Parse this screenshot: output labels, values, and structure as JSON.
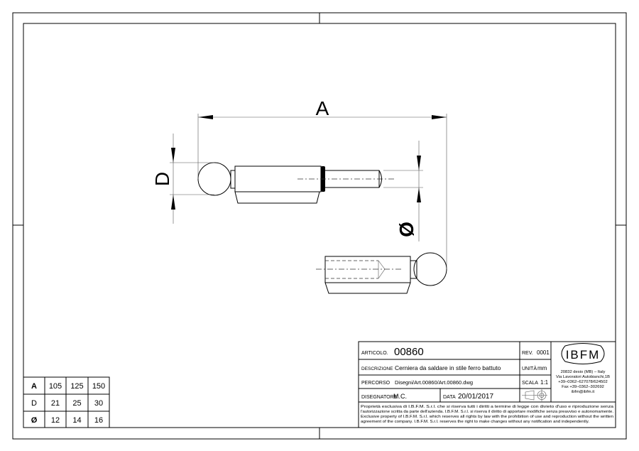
{
  "dimensions": {
    "a_label": "A",
    "d_label": "D",
    "dia_label": "Ø"
  },
  "size_table": {
    "rows": [
      {
        "label": "A",
        "values": [
          "105",
          "125",
          "150"
        ]
      },
      {
        "label": "D",
        "values": [
          "21",
          "25",
          "30"
        ]
      },
      {
        "label": "Ø",
        "values": [
          "12",
          "14",
          "16"
        ]
      }
    ]
  },
  "title_block": {
    "articolo_label": "ARTICOLO.",
    "articolo": "00860",
    "rev_label": "REV.",
    "rev": "0001",
    "descrizione_label": "DESCRIZIONE",
    "descrizione": "Cerniera da saldare in stile ferro battuto",
    "unita_label": "UNITÀ",
    "unita": "mm",
    "percorso_label": "PERCORSO",
    "percorso": "Disegni/Art.00860/Art.00860.dwg",
    "scala_label": "SCALA",
    "scala": "1:1",
    "disegnatore_label": "DISEGNATORE",
    "disegnatore": "M.C.",
    "data_label": "DATA",
    "data": "20/01/2017",
    "company": {
      "logo": "IBFM",
      "address": [
        "20832 desio (MB) – Italy",
        "Via Lavoratori Autobianchi,1B",
        "+39–0362–627078/624502",
        "Fax +39–0362–302692",
        "ibfm@ibfm.it"
      ]
    },
    "disclaimer": [
      "Proprietà esclusiva di I.B.F.M. S.r.l. che si riserva tutti i diritti a termine di legge con divieto d'uso e riproduzione senza",
      "l'autorizzazione scritta da parte dell'azienda. I.B.F.M. S.r.l. si riserva il diritto di apportare modifiche senza preavviso e autonomamente.",
      "Exclusive property of I.B.F.M. S.r.l. which reserves all rights by law with the prohibition of use and reproduction without the written",
      "agreement of the company. I.B.F.M. S.r.l. reserves the right to make changes without any notification and independently."
    ]
  }
}
